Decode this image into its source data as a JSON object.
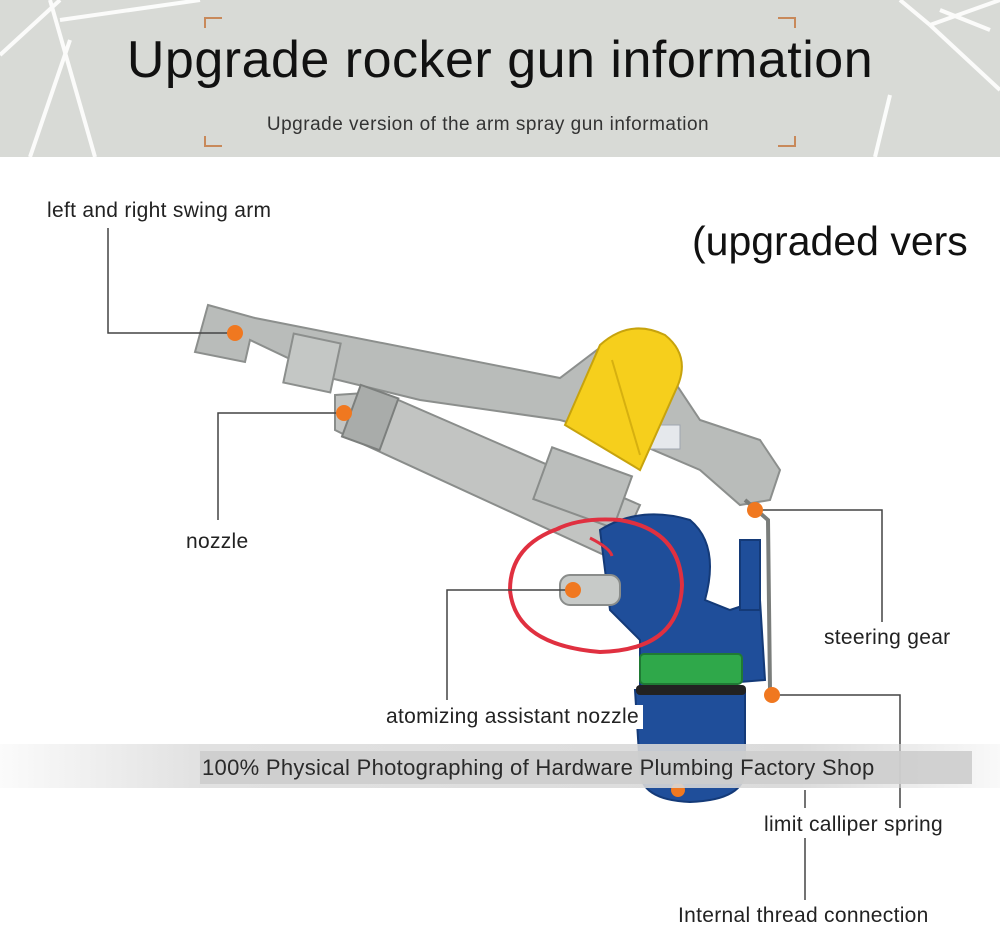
{
  "banner": {
    "title": "Upgrade rocker gun information",
    "subtitle": "Upgrade version of the arm spray gun information"
  },
  "partial_heading": "(upgraded vers",
  "labels": {
    "swing_arm": "left and right swing arm",
    "nozzle": "nozzle",
    "steering_gear": "steering gear",
    "atomizing_nozzle": "atomizing assistant nozzle",
    "limit_spring": "limit calliper spring",
    "thread_connection": "Internal thread connection"
  },
  "watermark": "100% Physical Photographing of Hardware Plumbing Factory Shop",
  "colors": {
    "banner_bg": "#d8dad6",
    "corner_accent": "#c8895a",
    "callout_dot": "#f07820",
    "highlight_circle": "#e03040",
    "body_blue": "#1f4e9a",
    "ring_green": "#2fa84a",
    "cap_yellow": "#f6cf1c",
    "metal_grey": "#b9bcba"
  }
}
